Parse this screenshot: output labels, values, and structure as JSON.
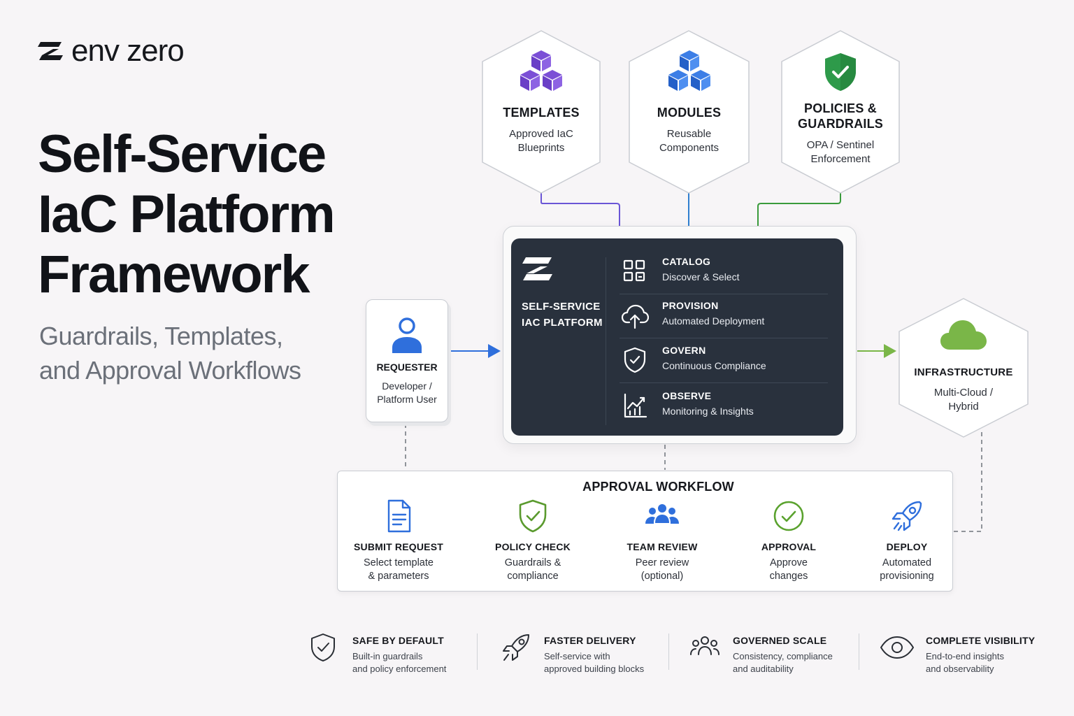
{
  "brand": {
    "name": "env zero"
  },
  "headline": [
    "Self-Service",
    "IaC Platform",
    "Framework"
  ],
  "subheadline": [
    "Guardrails, Templates,",
    "and Approval Workflows"
  ],
  "top_nodes": [
    {
      "title": "TEMPLATES",
      "desc": [
        "Approved IaC",
        "Blueprints"
      ],
      "icon": "cubes-icon",
      "color": "#7b4fd6"
    },
    {
      "title": "MODULES",
      "desc": [
        "Reusable",
        "Components"
      ],
      "icon": "cubes-icon",
      "color": "#2f6fdc"
    },
    {
      "title": [
        "POLICIES &",
        "GUARDRAILS"
      ],
      "desc": [
        "OPA / Sentinel",
        "Enforcement"
      ],
      "icon": "shield-check-icon",
      "color": "#2e9a4a"
    }
  ],
  "requester": {
    "title": "REQUESTER",
    "desc": [
      "Developer /",
      "Platform User"
    ],
    "icon": "user-icon",
    "color": "#2f6fdc"
  },
  "platform": {
    "label": [
      "SELF-SERVICE",
      "IAC PLATFORM"
    ],
    "features": [
      {
        "title": "CATALOG",
        "desc": "Discover & Select",
        "icon": "grid-icon"
      },
      {
        "title": "PROVISION",
        "desc": "Automated Deployment",
        "icon": "cloud-upload-icon"
      },
      {
        "title": "GOVERN",
        "desc": "Continuous Compliance",
        "icon": "shield-check-icon"
      },
      {
        "title": "OBSERVE",
        "desc": "Monitoring & Insights",
        "icon": "chart-icon"
      }
    ]
  },
  "infrastructure": {
    "title": "INFRASTRUCTURE",
    "desc": [
      "Multi-Cloud /",
      "Hybrid"
    ],
    "icon": "cloud-icon",
    "color": "#7ab648"
  },
  "workflow": {
    "title": "APPROVAL WORKFLOW",
    "steps": [
      {
        "title": "SUBMIT REQUEST",
        "desc": [
          "Select template",
          "& parameters"
        ],
        "icon": "document-icon"
      },
      {
        "title": "POLICY CHECK",
        "desc": [
          "Guardrails &",
          "compliance"
        ],
        "icon": "shield-check-icon"
      },
      {
        "title": "TEAM REVIEW",
        "desc": [
          "Peer review",
          "(optional)"
        ],
        "icon": "team-icon"
      },
      {
        "title": "APPROVAL",
        "desc": [
          "Approve",
          "changes"
        ],
        "icon": "check-circle-icon"
      },
      {
        "title": "DEPLOY",
        "desc": [
          "Automated",
          "provisioning"
        ],
        "icon": "rocket-icon"
      }
    ]
  },
  "benefits": [
    {
      "title": "SAFE BY DEFAULT",
      "desc": [
        "Built-in guardrails",
        "and policy enforcement"
      ],
      "icon": "shield-check-icon"
    },
    {
      "title": "FASTER DELIVERY",
      "desc": [
        "Self-service with",
        "approved building blocks"
      ],
      "icon": "rocket-icon"
    },
    {
      "title": "GOVERNED SCALE",
      "desc": [
        "Consistency, compliance",
        "and auditability"
      ],
      "icon": "team-icon"
    },
    {
      "title": "COMPLETE VISIBILITY",
      "desc": [
        "End-to-end insights",
        "and observability"
      ],
      "icon": "eye-icon"
    }
  ],
  "colors": {
    "blue": "#2f6fdc",
    "purple": "#7b4fd6",
    "green": "#2e9a4a",
    "lime": "#7ab648",
    "panel": "#29313d"
  }
}
